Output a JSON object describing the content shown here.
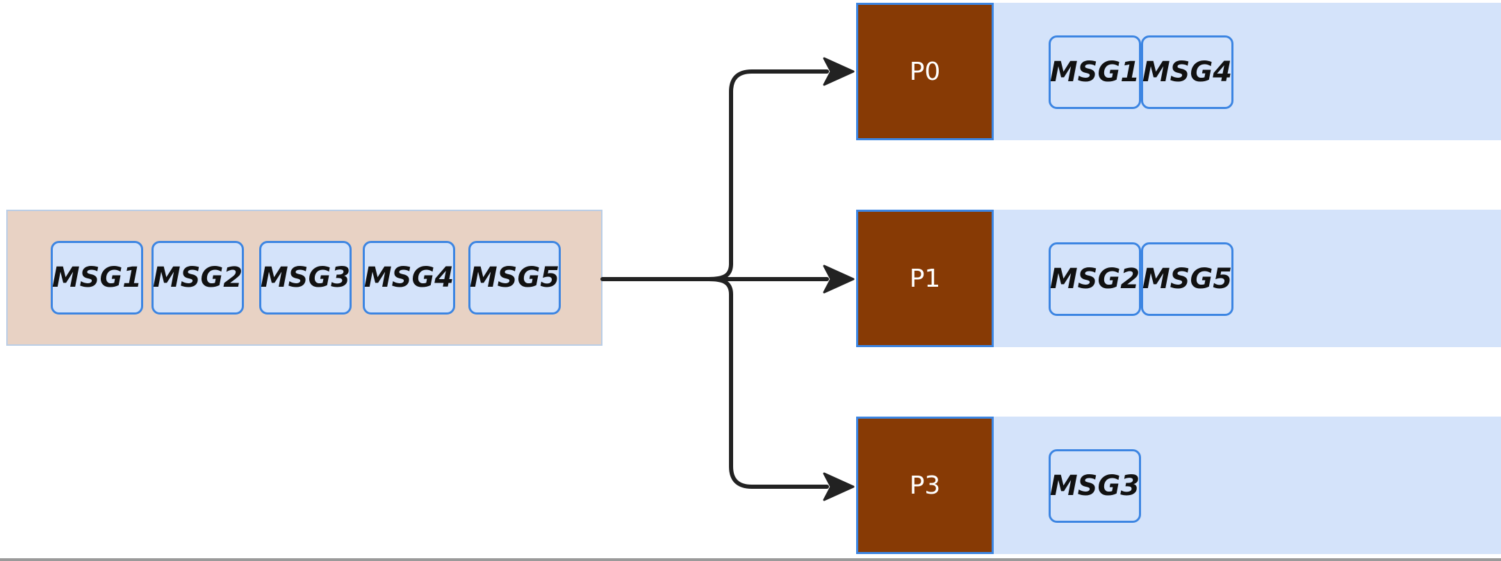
{
  "diagram": {
    "source": {
      "messages": [
        "MSG1",
        "MSG2",
        "MSG3",
        "MSG4",
        "MSG5"
      ]
    },
    "partitions": [
      {
        "label": "P0",
        "messages": [
          "MSG1",
          "MSG4"
        ]
      },
      {
        "label": "P1",
        "messages": [
          "MSG2",
          "MSG5"
        ]
      },
      {
        "label": "P3",
        "messages": [
          "MSG3"
        ]
      }
    ]
  },
  "colors": {
    "source_fill": "#e8d2c4",
    "message_fill": "#d4e3fa",
    "message_border": "#3c85e2",
    "partition_head_fill": "#873a05",
    "partition_lane_fill": "#d4e3fa",
    "arrow": "#222222"
  }
}
